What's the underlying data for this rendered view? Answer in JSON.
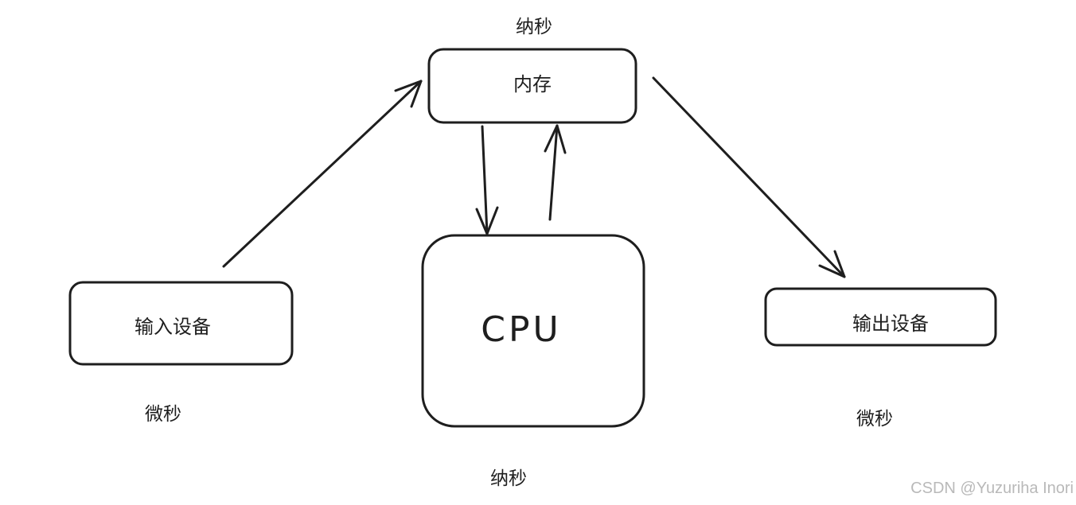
{
  "nodes": {
    "memory": {
      "label": "内存",
      "speed": "纳秒"
    },
    "cpu": {
      "label": "CPU",
      "speed": "纳秒"
    },
    "input_device": {
      "label": "输入设备",
      "speed": "微秒"
    },
    "output_device": {
      "label": "输出设备",
      "speed": "微秒"
    }
  },
  "edges": [
    {
      "from": "输入设备",
      "to": "内存"
    },
    {
      "from": "内存",
      "to": "CPU"
    },
    {
      "from": "CPU",
      "to": "内存"
    },
    {
      "from": "内存",
      "to": "输出设备"
    }
  ],
  "watermark": "CSDN @Yuzuriha  Inori",
  "colors": {
    "stroke": "#1e1e1e",
    "watermark": "#b9b9b9",
    "background": "#ffffff"
  }
}
